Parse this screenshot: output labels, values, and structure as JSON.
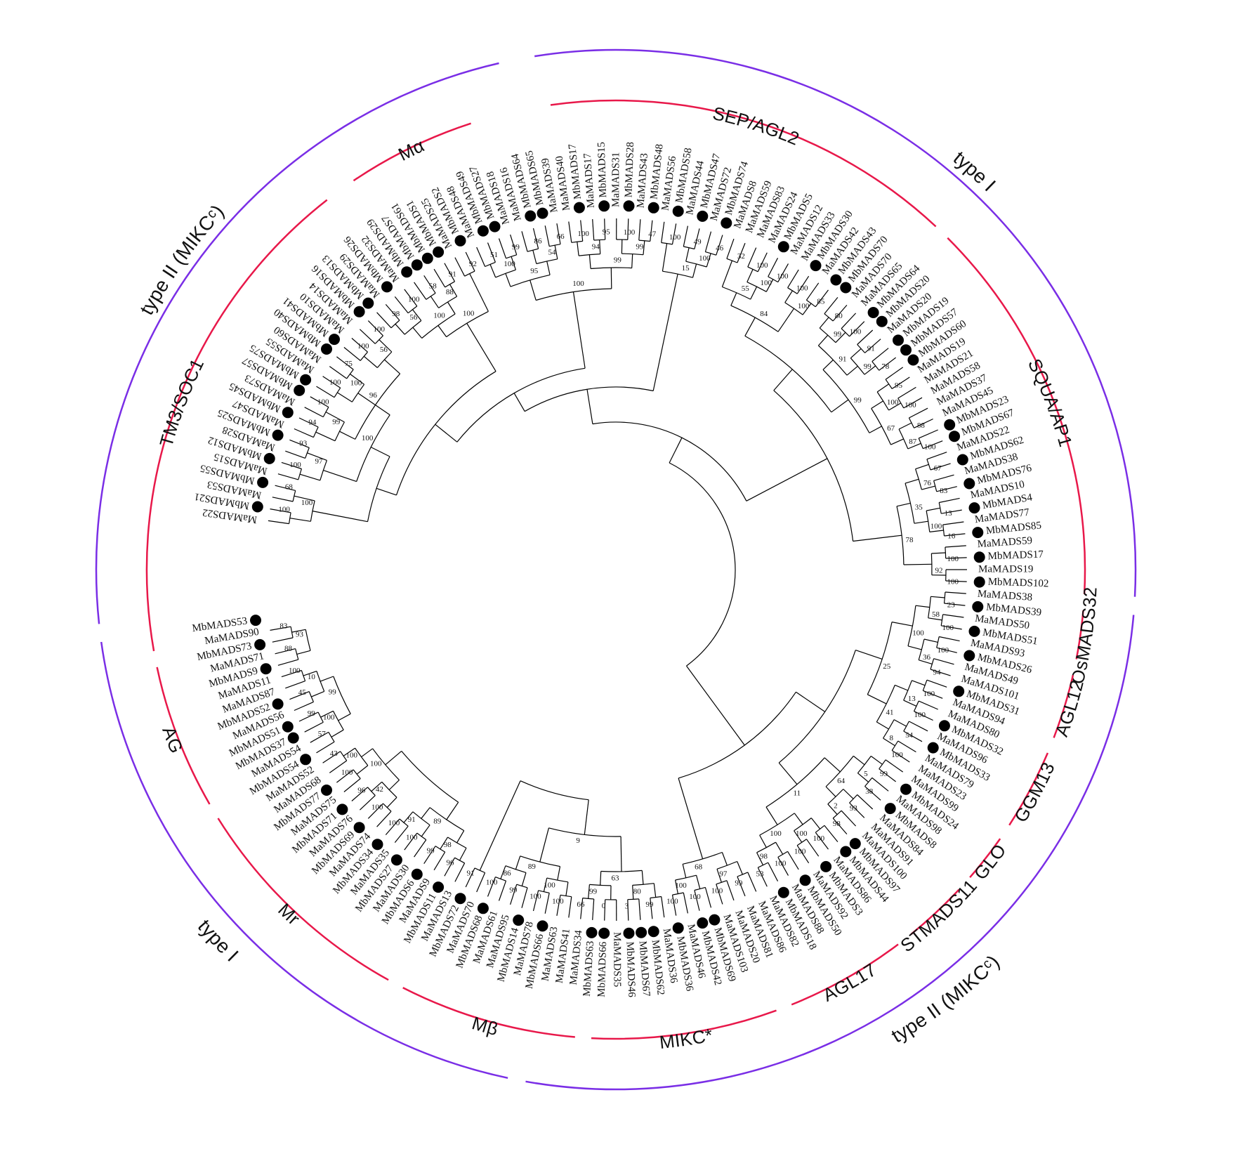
{
  "colors": {
    "subfamily_arc": "#e8184a",
    "type_arc": "#7a2ee6",
    "branch": "#000000",
    "marker": "#000000"
  },
  "marker_shape": "filled-circle",
  "leaves": [
    {
      "name": "MaMADS22",
      "m": false
    },
    {
      "name": "MbMADS21",
      "m": true
    },
    {
      "name": "MaMADS53",
      "m": false
    },
    {
      "name": "MbMADS55",
      "m": true
    },
    {
      "name": "MaMADS15",
      "m": false
    },
    {
      "name": "MbMADS12",
      "m": true
    },
    {
      "name": "MaMADS28",
      "m": false
    },
    {
      "name": "MbMADS25",
      "m": true
    },
    {
      "name": "MaMADS47",
      "m": false
    },
    {
      "name": "MbMADS45",
      "m": true
    },
    {
      "name": "MaMADS73",
      "m": false
    },
    {
      "name": "MbMADS57",
      "m": true
    },
    {
      "name": "MbMADS75",
      "m": true
    },
    {
      "name": "MaMADS55",
      "m": false
    },
    {
      "name": "MaMADS60",
      "m": false
    },
    {
      "name": "MbMADS40",
      "m": true
    },
    {
      "name": "MbMADS41",
      "m": true
    },
    {
      "name": "MaMADS10",
      "m": false
    },
    {
      "name": "MaMADS14",
      "m": false
    },
    {
      "name": "MbMADS16",
      "m": true
    },
    {
      "name": "MbMADS13",
      "m": true
    },
    {
      "name": "MaMADS29",
      "m": false
    },
    {
      "name": "MbMADS26",
      "m": true
    },
    {
      "name": "MaMADS32",
      "m": false
    },
    {
      "name": "MbMADS29",
      "m": true
    },
    {
      "name": "MbMADS7",
      "m": true
    },
    {
      "name": "MbMADS61",
      "m": true
    },
    {
      "name": "MbMADS1",
      "m": true
    },
    {
      "name": "MaMADS25",
      "m": false
    },
    {
      "name": "MbMADS2",
      "m": true
    },
    {
      "name": "MaMADS48",
      "m": false
    },
    {
      "name": "MbMADS49",
      "m": true
    },
    {
      "name": "MbMADS27",
      "m": true
    },
    {
      "name": "MaMADS18",
      "m": false
    },
    {
      "name": "MaMADS16",
      "m": false
    },
    {
      "name": "MbMADS64",
      "m": true
    },
    {
      "name": "MbMADS65",
      "m": true
    },
    {
      "name": "MaMADS39",
      "m": false
    },
    {
      "name": "MaMADS40",
      "m": false
    },
    {
      "name": "MbMADS17",
      "m": true
    },
    {
      "name": "MaMADS17",
      "m": false
    },
    {
      "name": "MbMADS15",
      "m": true
    },
    {
      "name": "MaMADS31",
      "m": false
    },
    {
      "name": "MbMADS28",
      "m": true
    },
    {
      "name": "MaMADS43",
      "m": false
    },
    {
      "name": "MbMADS48",
      "m": true
    },
    {
      "name": "MaMADS56",
      "m": false
    },
    {
      "name": "MbMADS58",
      "m": true
    },
    {
      "name": "MaMADS44",
      "m": false
    },
    {
      "name": "MbMADS47",
      "m": true
    },
    {
      "name": "MaMADS72",
      "m": false
    },
    {
      "name": "MbMADS74",
      "m": true
    },
    {
      "name": "MaMADS8",
      "m": false
    },
    {
      "name": "MaMADS59",
      "m": false
    },
    {
      "name": "MaMADS83",
      "m": false
    },
    {
      "name": "MaMADS24",
      "m": false
    },
    {
      "name": "MbMADS5",
      "m": true
    },
    {
      "name": "MaMADS12",
      "m": false
    },
    {
      "name": "MaMADS33",
      "m": false
    },
    {
      "name": "MbMADS30",
      "m": true
    },
    {
      "name": "MaMADS42",
      "m": false
    },
    {
      "name": "MbMADS43",
      "m": true
    },
    {
      "name": "MbMADS70",
      "m": true
    },
    {
      "name": "MaMADS70",
      "m": false
    },
    {
      "name": "MaMADS65",
      "m": false
    },
    {
      "name": "MbMADS64",
      "m": true
    },
    {
      "name": "MbMADS20",
      "m": true
    },
    {
      "name": "MaMADS20",
      "m": false
    },
    {
      "name": "MbMADS19",
      "m": true
    },
    {
      "name": "MbMADS57",
      "m": true
    },
    {
      "name": "MbMADS60",
      "m": true
    },
    {
      "name": "MaMADS19",
      "m": false
    },
    {
      "name": "MaMADS21",
      "m": false
    },
    {
      "name": "MaMADS58",
      "m": false
    },
    {
      "name": "MaMADS37",
      "m": false
    },
    {
      "name": "MaMADS45",
      "m": false
    },
    {
      "name": "MbMADS23",
      "m": true
    },
    {
      "name": "MbMADS67",
      "m": true
    },
    {
      "name": "MaMADS22",
      "m": false
    },
    {
      "name": "MbMADS62",
      "m": true
    },
    {
      "name": "MaMADS38",
      "m": false
    },
    {
      "name": "MbMADS76",
      "m": true
    },
    {
      "name": "MaMADS10",
      "m": false
    },
    {
      "name": "MbMADS4",
      "m": true
    },
    {
      "name": "MaMADS77",
      "m": false
    },
    {
      "name": "MbMADS85",
      "m": true
    },
    {
      "name": "MaMADS59",
      "m": false
    },
    {
      "name": "MbMADS17",
      "m": true
    },
    {
      "name": "MaMADS19",
      "m": false
    },
    {
      "name": "MbMADS102",
      "m": true
    },
    {
      "name": "MaMADS38",
      "m": false
    },
    {
      "name": "MbMADS39",
      "m": true
    },
    {
      "name": "MaMADS50",
      "m": false
    },
    {
      "name": "MbMADS51",
      "m": true
    },
    {
      "name": "MaMADS93",
      "m": false
    },
    {
      "name": "MbMADS26",
      "m": true
    },
    {
      "name": "MaMADS49",
      "m": false
    },
    {
      "name": "MaMADS101",
      "m": false
    },
    {
      "name": "MbMADS31",
      "m": true
    },
    {
      "name": "MaMADS94",
      "m": false
    },
    {
      "name": "MaMADS80",
      "m": false
    },
    {
      "name": "MbMADS32",
      "m": true
    },
    {
      "name": "MaMADS96",
      "m": false
    },
    {
      "name": "MbMADS33",
      "m": true
    },
    {
      "name": "MaMADS79",
      "m": false
    },
    {
      "name": "MaMADS23",
      "m": false
    },
    {
      "name": "MaMADS99",
      "m": false
    },
    {
      "name": "MbMADS24",
      "m": true
    },
    {
      "name": "MaMADS98",
      "m": false
    },
    {
      "name": "MbMADS8",
      "m": true
    },
    {
      "name": "MaMADS84",
      "m": false
    },
    {
      "name": "MaMADS91",
      "m": false
    },
    {
      "name": "MaMADS100",
      "m": false
    },
    {
      "name": "MbMADS97",
      "m": true
    },
    {
      "name": "MbMADS44",
      "m": true
    },
    {
      "name": "MaMADS86",
      "m": false
    },
    {
      "name": "MbMADS3",
      "m": true
    },
    {
      "name": "MaMADS92",
      "m": false
    },
    {
      "name": "MbMADS50",
      "m": true
    },
    {
      "name": "MaMADS88",
      "m": false
    },
    {
      "name": "MbMADS18",
      "m": true
    },
    {
      "name": "MaMADS82",
      "m": false
    },
    {
      "name": "MaMADS86",
      "m": false
    },
    {
      "name": "MaMADS81",
      "m": false
    },
    {
      "name": "MaMADS20",
      "m": false
    },
    {
      "name": "MaMADS103",
      "m": false
    },
    {
      "name": "MbMADS69",
      "m": true
    },
    {
      "name": "MbMADS42",
      "m": true
    },
    {
      "name": "MaMADS46",
      "m": false
    },
    {
      "name": "MbMADS36",
      "m": true
    },
    {
      "name": "MaMADS36",
      "m": false
    },
    {
      "name": "MbMADS62",
      "m": true
    },
    {
      "name": "MbMADS67",
      "m": true
    },
    {
      "name": "MbMADS46",
      "m": true
    },
    {
      "name": "MaMADS35",
      "m": false
    },
    {
      "name": "MbMADS66",
      "m": true
    },
    {
      "name": "MbMADS63",
      "m": true
    },
    {
      "name": "MaMADS34",
      "m": false
    },
    {
      "name": "MaMADS41",
      "m": false
    },
    {
      "name": "MaMADS63",
      "m": false
    },
    {
      "name": "MbMADS66",
      "m": true
    },
    {
      "name": "MaMADS78",
      "m": false
    },
    {
      "name": "MbMADS14",
      "m": true
    },
    {
      "name": "MaMADS95",
      "m": false
    },
    {
      "name": "MaMADS61",
      "m": false
    },
    {
      "name": "MbMADS68",
      "m": true
    },
    {
      "name": "MaMADS70",
      "m": false
    },
    {
      "name": "MbMADS72",
      "m": true
    },
    {
      "name": "MaMADS13",
      "m": false
    },
    {
      "name": "MbMADS11",
      "m": true
    },
    {
      "name": "MaMADS9",
      "m": false
    },
    {
      "name": "MbMADS6",
      "m": true
    },
    {
      "name": "MaMADS30",
      "m": false
    },
    {
      "name": "MbMADS27",
      "m": true
    },
    {
      "name": "MaMADS35",
      "m": false
    },
    {
      "name": "MbMADS34",
      "m": true
    },
    {
      "name": "MaMADS74",
      "m": false
    },
    {
      "name": "MbMADS69",
      "m": true
    },
    {
      "name": "MaMADS76",
      "m": false
    },
    {
      "name": "MbMADS71",
      "m": true
    },
    {
      "name": "MaMADS75",
      "m": false
    },
    {
      "name": "MbMADS77",
      "m": true
    },
    {
      "name": "MaMADS68",
      "m": false
    },
    {
      "name": "MaMADS52",
      "m": false
    },
    {
      "name": "MbMADS54",
      "m": true
    },
    {
      "name": "MaMADS54",
      "m": false
    },
    {
      "name": "MbMADS37",
      "m": true
    },
    {
      "name": "MbMADS51",
      "m": true
    },
    {
      "name": "MaMADS56",
      "m": false
    },
    {
      "name": "MbMADS52",
      "m": true
    },
    {
      "name": "MaMADS87",
      "m": false
    },
    {
      "name": "MaMADS11",
      "m": false
    },
    {
      "name": "MbMADS9",
      "m": true
    },
    {
      "name": "MaMADS71",
      "m": false
    },
    {
      "name": "MbMADS73",
      "m": true
    },
    {
      "name": "MaMADS90",
      "m": false
    },
    {
      "name": "MbMADS53",
      "m": true
    }
  ],
  "bootstrap_values": [
    "100",
    "68",
    "100",
    "93",
    "94",
    "100",
    "100",
    "75",
    "100",
    "100",
    "98",
    "100",
    "58",
    "91",
    "92",
    "51",
    "99",
    "86",
    "66",
    "100",
    "95",
    "100",
    "47",
    "100",
    "49",
    "46",
    "32",
    "100",
    "100",
    "100",
    "85",
    "80",
    "100",
    "91",
    "78",
    "95",
    "100",
    "88",
    "100",
    "67",
    "83",
    "13",
    "16",
    "100",
    "100",
    "23",
    "100",
    "100",
    "94",
    "100",
    "100",
    "54",
    "100",
    "99",
    "38",
    "93",
    "98",
    "100",
    "100",
    "100",
    "53",
    "99",
    "100",
    "100",
    "100",
    "99",
    "3",
    "0",
    "66",
    "100",
    "100",
    "99",
    "100",
    "91",
    "96",
    "99",
    "100",
    "100",
    "100",
    "96",
    "100",
    "43",
    "57",
    "99",
    "45",
    "100",
    "88",
    "83",
    "100",
    "97",
    "99",
    "100",
    "56",
    "56",
    "88",
    "100",
    "54",
    "94",
    "99",
    "100",
    "100",
    "100",
    "99",
    "99",
    "100",
    "87",
    "76",
    "100",
    "92",
    "58",
    "36",
    "13",
    "8",
    "5",
    "2",
    "100",
    "98",
    "97",
    "100",
    "80",
    "99",
    "100",
    "86",
    "98",
    "91",
    "42",
    "100",
    "100",
    "10",
    "93",
    "15",
    "55",
    "100",
    "95",
    "99",
    "91",
    "67",
    "35",
    "100",
    "41",
    "64",
    "100",
    "68",
    "63",
    "89",
    "89",
    "100",
    "99",
    "100",
    "84",
    "96",
    "78",
    "100",
    "100",
    "99",
    "25",
    "11",
    "9"
  ],
  "subfamilies": [
    "SEP/AGL2",
    "SQUA/AP1",
    "OsMADS32",
    "AGL12",
    "GGM13",
    "GLO",
    "STMADS11",
    "AGL17",
    "MIKC*",
    "Mβ",
    "Mr",
    "AG",
    "TM3/SOC1",
    "Mα"
  ],
  "types": [
    "type I",
    "type II (MIKCᶜ)",
    "type I",
    "type II (MIKCᶜ)"
  ]
}
